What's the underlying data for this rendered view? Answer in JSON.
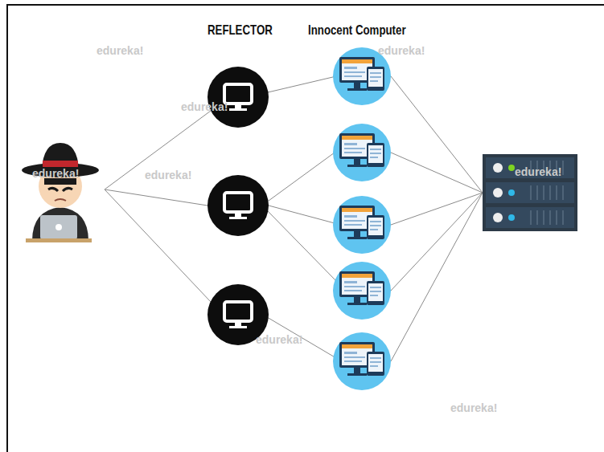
{
  "diagram": {
    "labels": [
      "REFLECTOR",
      "Innocent Computer",
      "edureka!",
      "edureka!",
      "edureka!",
      "edureka!",
      "edureka!",
      "edureka!",
      "edureka!",
      "edureka!"
    ]
  }
}
